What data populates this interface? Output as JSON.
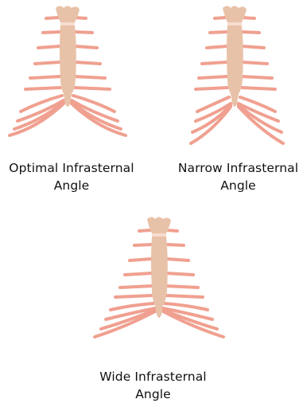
{
  "colors": {
    "sternum": "#e8c2a8",
    "sternum_outline": "#f0d8c8",
    "rib": "#f0a090"
  },
  "figures": [
    {
      "id": "optimal",
      "caption_line1": "Optimal Infrasternal",
      "caption_line2": "Angle"
    },
    {
      "id": "narrow",
      "caption_line1": "Narrow Infrasternal",
      "caption_line2": "Angle"
    },
    {
      "id": "wide",
      "caption_line1": "Wide Infrasternal",
      "caption_line2": "Angle"
    }
  ]
}
